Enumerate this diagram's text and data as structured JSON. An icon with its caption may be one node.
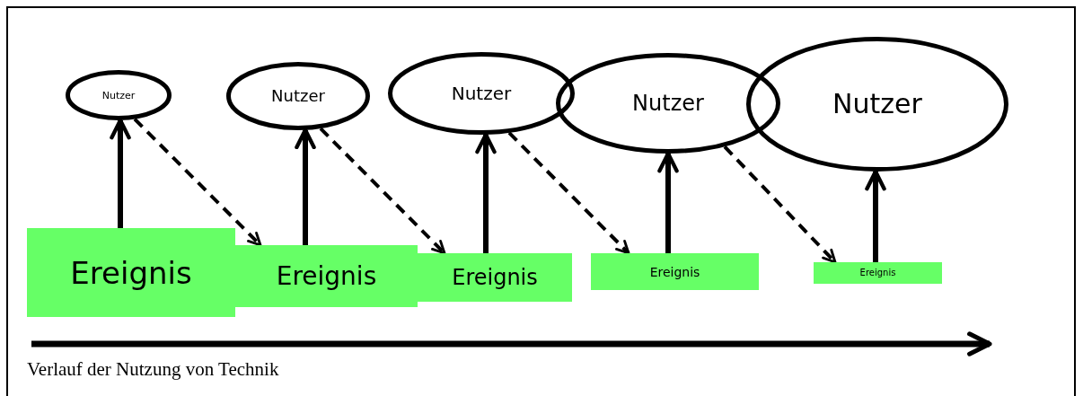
{
  "diagram": {
    "caption": "Verlauf der Nutzung von Technik",
    "nodes": [
      {
        "text": [
          "Nutzer"
        ]
      },
      {
        "text": [
          "Nutzer"
        ]
      },
      {
        "text": [
          "Nutzer"
        ]
      },
      {
        "text": [
          "Nutzer"
        ]
      },
      {
        "text": [
          "Nutzer"
        ]
      },
      {
        "text": [
          "Ereignis"
        ]
      },
      {
        "text": [
          "Ereignis"
        ]
      },
      {
        "text": [
          "Ereignis"
        ]
      },
      {
        "text": [
          "Ereignis"
        ]
      },
      {
        "text": [
          "Ereignis"
        ]
      }
    ],
    "edges": [
      {
        "from": 5,
        "to": 0,
        "arrow": "to"
      },
      {
        "from": 0,
        "to": 6,
        "arrow": "to",
        "style": "dashed"
      },
      {
        "from": 6,
        "to": 1,
        "arrow": "to"
      },
      {
        "from": 1,
        "to": 7,
        "arrow": "to",
        "style": "dashed"
      },
      {
        "from": 7,
        "to": 2,
        "arrow": "to"
      },
      {
        "from": 2,
        "to": 8,
        "arrow": "to",
        "style": "dashed"
      },
      {
        "from": 8,
        "to": 3,
        "arrow": "to"
      },
      {
        "from": 3,
        "to": 9,
        "arrow": "to",
        "style": "dashed"
      },
      {
        "from": 9,
        "to": 4,
        "arrow": "to"
      }
    ]
  }
}
